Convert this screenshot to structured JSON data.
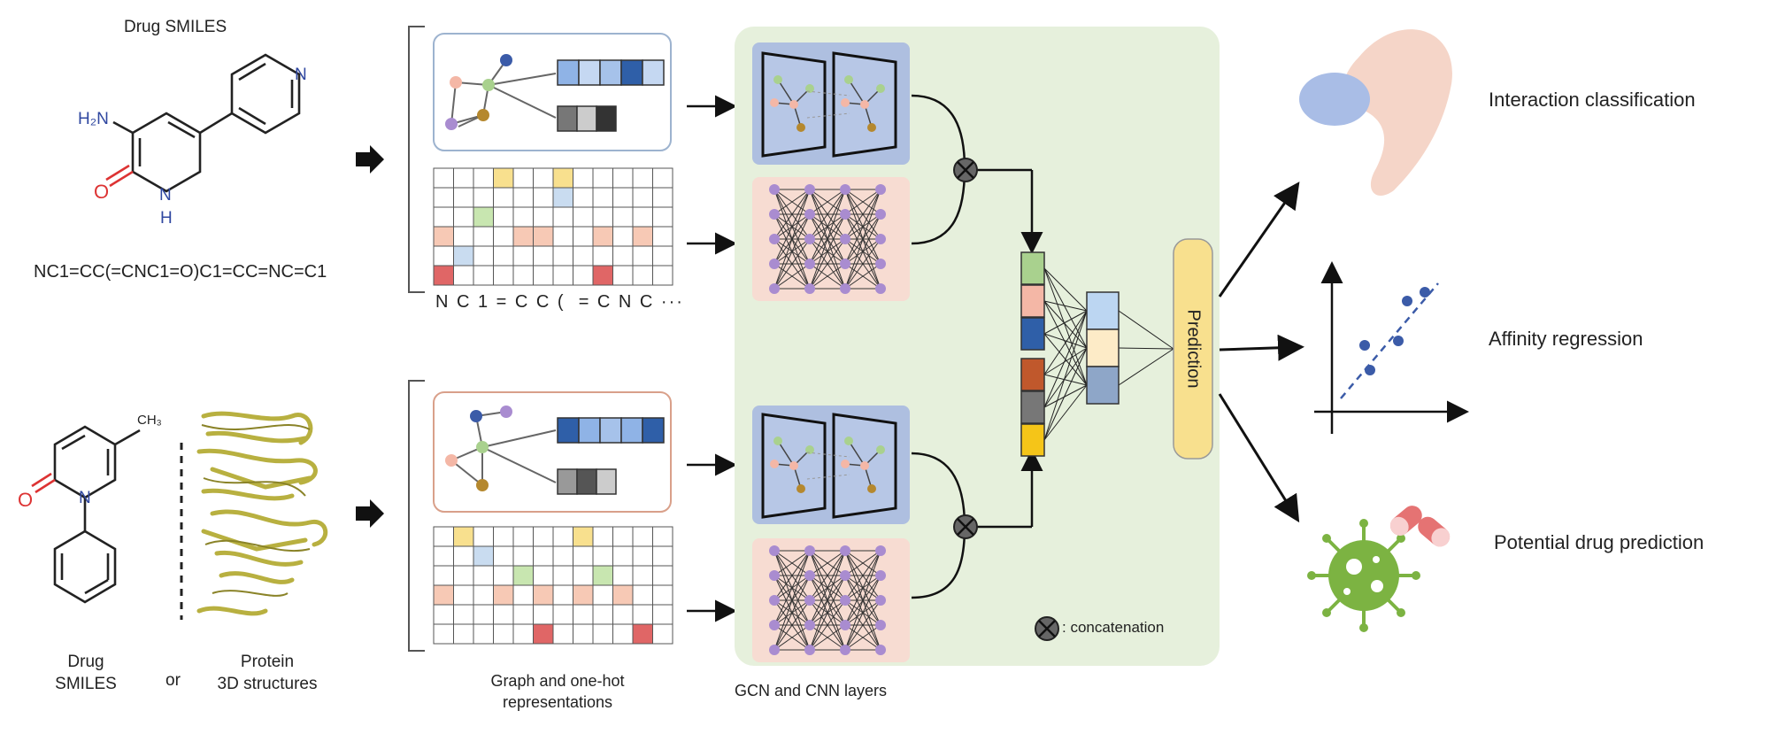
{
  "top_input": {
    "title": "Drug SMILES",
    "atom_h2n": "H₂N",
    "atom_n": "N",
    "atom_nh": "N",
    "atom_h": "H",
    "atom_o": "O",
    "smiles": "NC1=CC(=CNC1=O)C1=CC=NC=C1"
  },
  "bottom_input": {
    "atom_ch3": "CH₃",
    "atom_o": "O",
    "atom_n": "N",
    "drug_label_line1": "Drug",
    "drug_label_line2": "SMILES",
    "or_label": "or",
    "protein_label_line1": "Protein",
    "protein_label_line2": "3D structures"
  },
  "representation": {
    "sequence_tokens": "N C 1 = C C (  = C N C ···",
    "caption_line1": "Graph and one-hot",
    "caption_line2": "representations"
  },
  "model": {
    "caption": "GCN and CNN layers",
    "prediction_label": "Prediction",
    "legend_text": ": concatenation"
  },
  "outputs": [
    {
      "label": "Interaction classification"
    },
    {
      "label": "Affinity regression"
    },
    {
      "label": "Potential drug prediction"
    }
  ],
  "colors": {
    "model_bg": "#e6f0dc",
    "gcn_bg": "#aebfe0",
    "cnn_bg": "#f7dcd2",
    "graph_node_green": "#a9d18e",
    "graph_node_pink": "#f4b7a6",
    "graph_node_purple": "#a98cd0",
    "graph_node_brown": "#b5882e",
    "graph_node_blue": "#3b5ba8",
    "prediction_bg": "#f8e08e",
    "cell_yellow": "#f8e08e",
    "cell_red": "#e06666",
    "cell_pink": "#f7c9b5",
    "cell_green": "#c8e6b0",
    "cell_blue": "#c9dcf0",
    "virus_green": "#7cb342",
    "pill_red": "#e57373",
    "protein_pink": "#f5d5c8",
    "ligand_blue": "#a9bde6",
    "protein_structure": "#b8b040"
  },
  "icons": [
    "arrow-right-icon",
    "concat-icon",
    "protein-ligand-icon",
    "scatter-plot-icon",
    "virus-icon",
    "pill-icon"
  ]
}
